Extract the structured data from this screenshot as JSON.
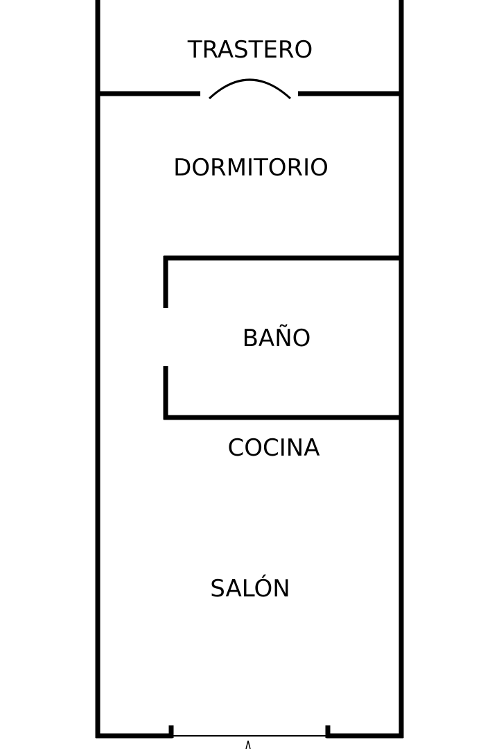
{
  "rooms": {
    "trastero": "TRASTERO",
    "dormitorio": "DORMITORIO",
    "bano": "BAÑO",
    "cocina": "COCINA",
    "salon": "SALÓN"
  },
  "colors": {
    "walls": "#000000",
    "background": "#ffffff"
  },
  "icons": {
    "door": "door-arc-icon",
    "entrance": "entrance-arrow-icon"
  }
}
